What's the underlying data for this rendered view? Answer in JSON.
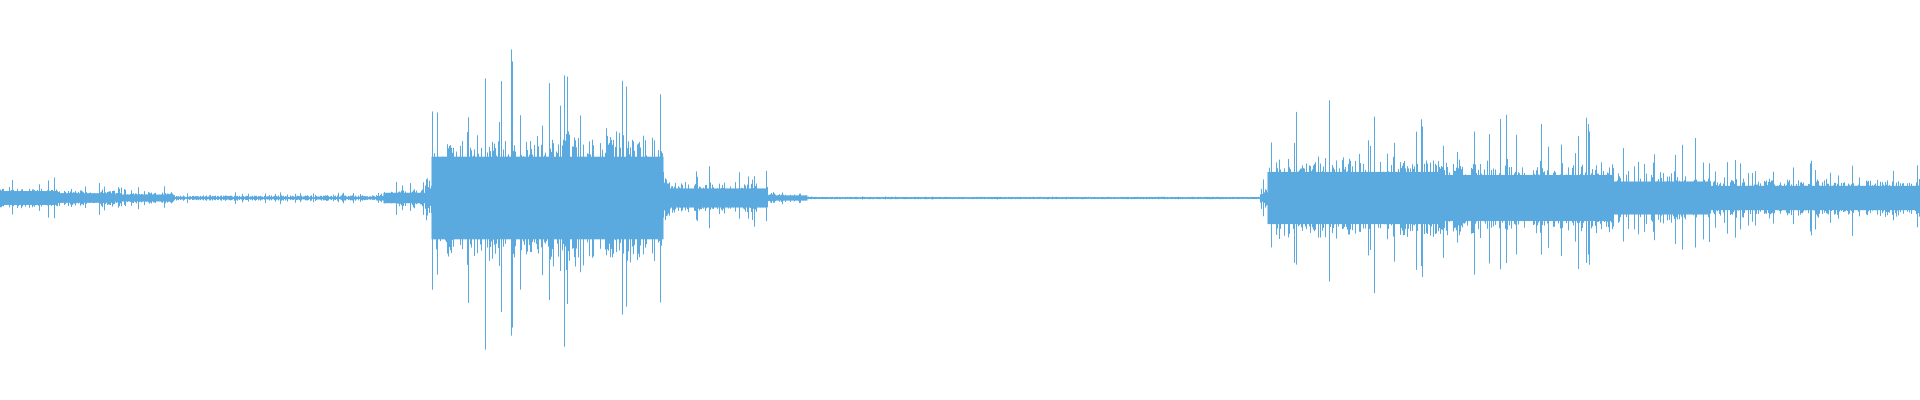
{
  "waveform": {
    "color": "#5aaae0",
    "background": "#ffffff",
    "segments": [
      {
        "from": 0.0,
        "to": 0.03,
        "amplitude": 0.16
      },
      {
        "from": 0.03,
        "to": 0.06,
        "amplitude": 0.11
      },
      {
        "from": 0.06,
        "to": 0.09,
        "amplitude": 0.08
      },
      {
        "from": 0.09,
        "to": 0.2,
        "amplitude": 0.04
      },
      {
        "from": 0.2,
        "to": 0.225,
        "amplitude": 0.12
      },
      {
        "from": 0.225,
        "to": 0.345,
        "amplitude": 0.95
      },
      {
        "from": 0.345,
        "to": 0.4,
        "amplitude": 0.22
      },
      {
        "from": 0.4,
        "to": 0.42,
        "amplitude": 0.06
      },
      {
        "from": 0.42,
        "to": 0.66,
        "amplitude": 0.01
      },
      {
        "from": 0.66,
        "to": 0.75,
        "amplitude": 0.6
      },
      {
        "from": 0.75,
        "to": 0.84,
        "amplitude": 0.53
      },
      {
        "from": 0.84,
        "to": 0.89,
        "amplitude": 0.38
      },
      {
        "from": 0.89,
        "to": 1.0,
        "amplitude": 0.28
      }
    ]
  }
}
